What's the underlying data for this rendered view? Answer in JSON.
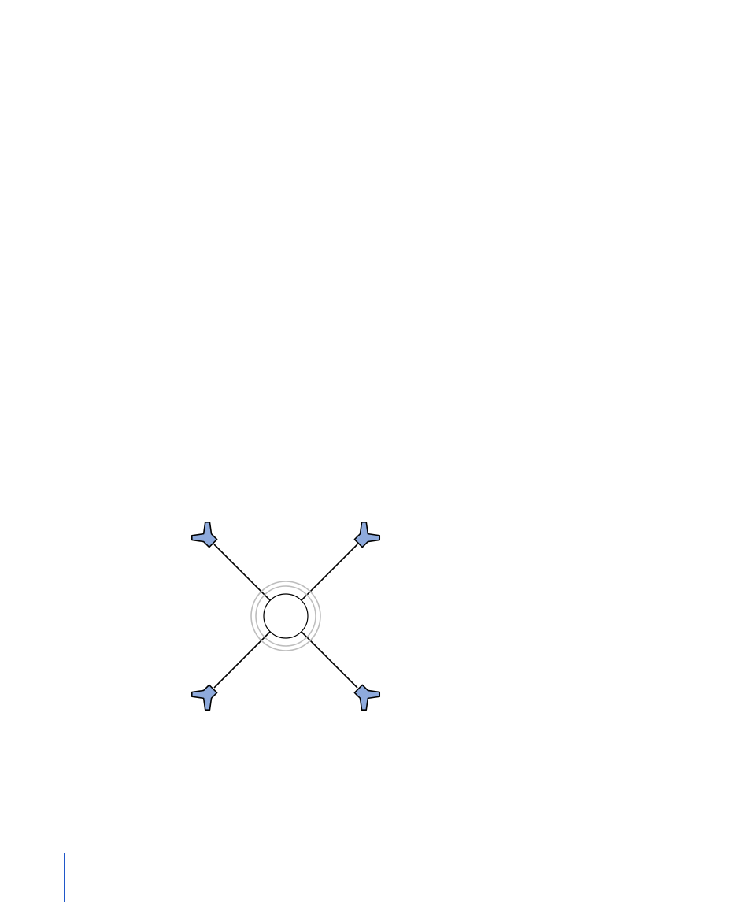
{
  "diagram": {
    "type": "quad-surround-speaker-layout",
    "listener": {
      "icon": "listener-circle",
      "fill": "#ffffff",
      "stroke": "#000000",
      "sound_ring_color": "#bdbdbd"
    },
    "speakers": [
      {
        "name": "front-left",
        "icon": "speaker-icon",
        "fill": "#8eaadc"
      },
      {
        "name": "front-right",
        "icon": "speaker-icon",
        "fill": "#8eaadc"
      },
      {
        "name": "rear-left",
        "icon": "speaker-icon",
        "fill": "#8eaadc"
      },
      {
        "name": "rear-right",
        "icon": "speaker-icon",
        "fill": "#8eaadc"
      }
    ],
    "connector_color": "#000000",
    "margin_rule_color": "#1f57c9"
  }
}
